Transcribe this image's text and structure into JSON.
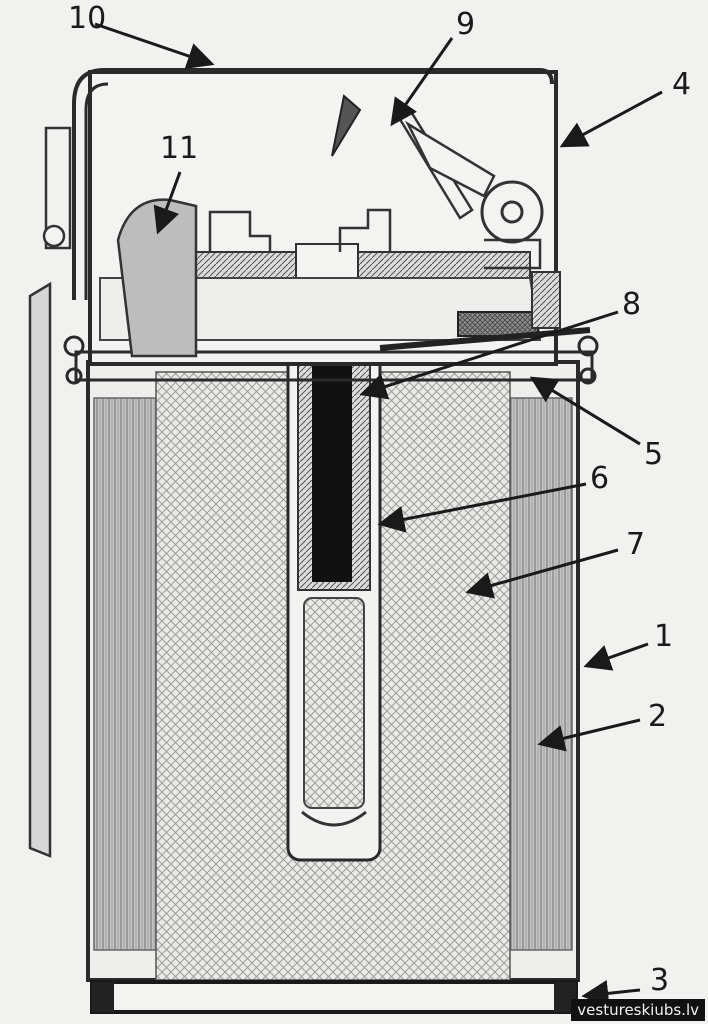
{
  "callouts": {
    "n1": "1",
    "n2": "2",
    "n3": "3",
    "n4": "4",
    "n5": "5",
    "n6": "6",
    "n7": "7",
    "n8": "8",
    "n9": "9",
    "n10": "10",
    "n11": "11"
  },
  "watermark": "vestureskiubs.lv",
  "colors": {
    "background": "#f1f1ef",
    "ink": "#1a1a1a",
    "charge_hatch": "#c9c9c9",
    "liner_stripe": "#9a9a9a",
    "detonator": "#111111"
  }
}
